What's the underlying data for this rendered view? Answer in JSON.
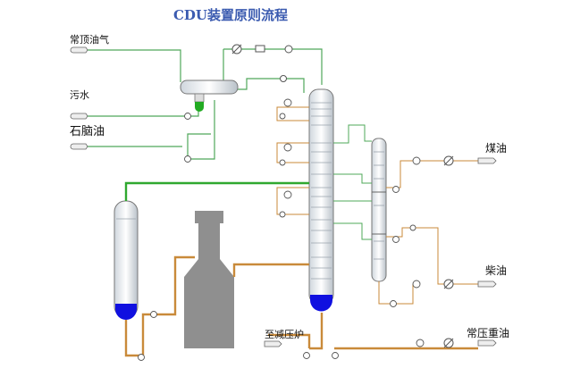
{
  "title": "CDU装置原则流程",
  "labels": {
    "overhead_gas": "常顶油气",
    "sewage": "污水",
    "naphtha": "石脑油",
    "kerosene": "煤油",
    "diesel": "柴油",
    "to_vacuum_furnace": "至减压炉",
    "atm_residue": "常压重油"
  },
  "colors": {
    "title": "#3b5bb0",
    "water_line": "#4fa85a",
    "gas_line": "#2fa82f",
    "hot_line": "#c98a3a",
    "liquid": "#1010e0",
    "furnace": "#8f8f8f",
    "instrument_line": "#b08a6a"
  }
}
